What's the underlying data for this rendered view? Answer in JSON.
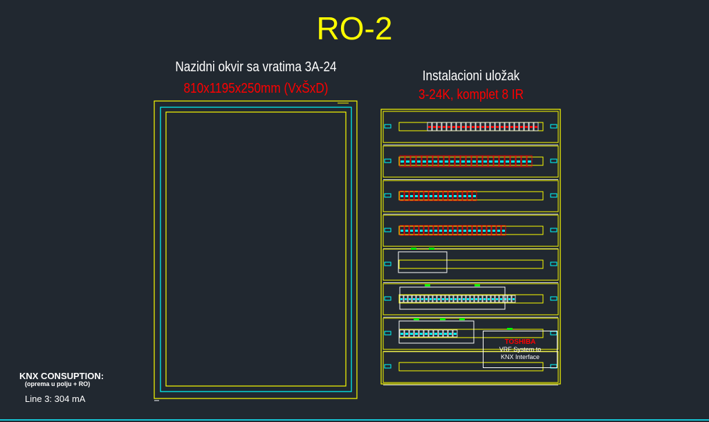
{
  "title": "RO-2",
  "frame": {
    "title": "Nazidni okvir sa vratima 3A-24",
    "dims": "810x1195x250mm (VxŠxD)"
  },
  "insert": {
    "title": "Instalacioni uložak",
    "subtitle": "3-24K, komplet 8 IR",
    "rows": 8
  },
  "toshiba": {
    "brand": "TOSHIBA",
    "line1": "VRF System to",
    "line2": "KNX Interface"
  },
  "knx": {
    "title": "KNX CONSUPTION:",
    "subtitle": "(oprema u polju + RO)",
    "line": "Line 3: 304 mA"
  },
  "colors": {
    "background": "#212830",
    "yellow": "#ffff00",
    "red": "#ff0000",
    "cyan": "#00ffff",
    "white": "#ffffff",
    "green": "#00ff00"
  }
}
